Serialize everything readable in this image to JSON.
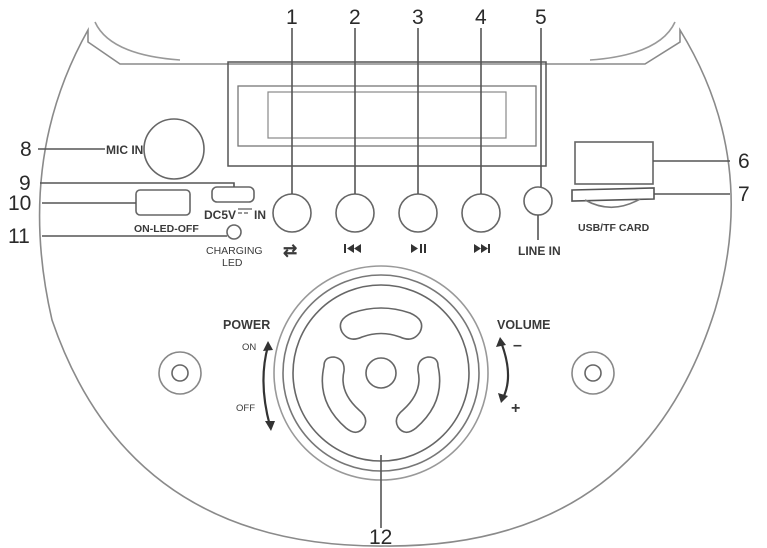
{
  "callouts": {
    "n1": "1",
    "n2": "2",
    "n3": "3",
    "n4": "4",
    "n5": "5",
    "n6": "6",
    "n7": "7",
    "n8": "8",
    "n9": "9",
    "n10": "10",
    "n11": "11",
    "n12": "12"
  },
  "labels": {
    "mic_in": "MIC IN",
    "dc_in_prefix": "DC5V",
    "dc_in_suffix": "IN",
    "led_switch": "ON-LED-OFF",
    "charging_1": "CHARGING",
    "charging_2": "LED",
    "line_in": "LINE IN",
    "usb_tf": "USB/TF CARD",
    "power": "POWER",
    "on": "ON",
    "off": "OFF",
    "volume": "VOLUME",
    "minus": "–",
    "plus": "+"
  },
  "icons": {
    "repeat": "⇄",
    "prev": "prev-track-icon",
    "play_pause": "play-pause-icon",
    "next": "next-track-icon"
  }
}
